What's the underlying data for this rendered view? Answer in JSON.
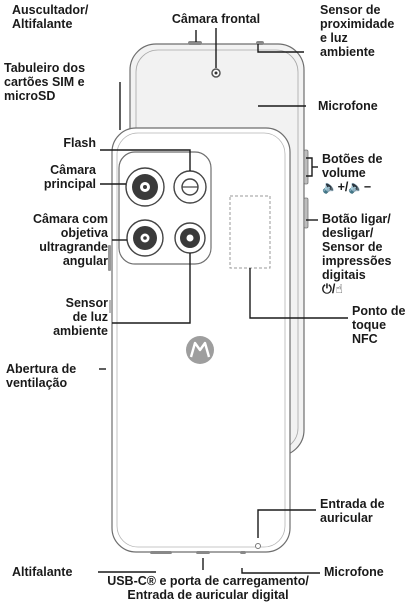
{
  "diagram": {
    "labels": {
      "earpiece_speaker": "Auscultador/\nAltifalante",
      "front_camera": "Câmara frontal",
      "proximity_sensor": "Sensor de\nproximidade\ne luz\nambiente",
      "sim_tray": "Tabuleiro dos\ncartões SIM e\nmicroSD",
      "microphone_top": "Microfone",
      "flash": "Flash",
      "main_camera": "Câmara\nprincipal",
      "volume_buttons": "Botões de\nvolume\n🔈+/🔈−",
      "ultrawide_camera": "Câmara com\nobjetiva\nultragrande\nangular",
      "power_button": "Botão ligar/\ndesligar/\nSensor de\nimpressões\ndigitais\n⏻/☝",
      "light_sensor": "Sensor\nde luz\nambiente",
      "nfc": "Ponto de\ntoque NFC",
      "vent": "Abertura de\nventilação",
      "headset_jack": "Entrada de\nauricular",
      "speaker_bottom": "Altifalante",
      "microphone_bottom": "Microfone",
      "usb_port": "USB-C® e porta de carregamento/\nEntrada de auricular digital"
    }
  }
}
